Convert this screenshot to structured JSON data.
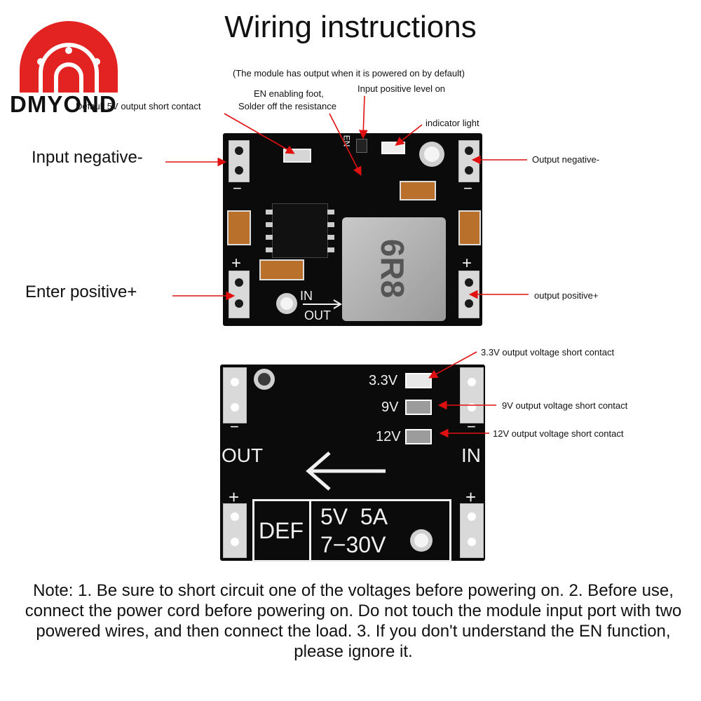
{
  "brand": {
    "logo_text": "DMYOND"
  },
  "title": "Wiring instructions",
  "top_board": {
    "labels": {
      "powered_note": "(The module has output when it is powered on by default)",
      "en_line1": "EN enabling foot,",
      "en_line2": "Solder off the resistance",
      "input_positive_level": "Input positive level on",
      "default_5v": "Default 5V output short contact",
      "indicator": "indicator light",
      "input_negative": "Input negative-",
      "output_negative": "Output negative-",
      "enter_positive": "Enter positive+",
      "output_positive": "output positive+"
    },
    "silk": {
      "en": "EN",
      "minus": "−",
      "plus": "+",
      "in": "IN",
      "out": "OUT",
      "inductor": "6R8"
    }
  },
  "bottom_board": {
    "labels": {
      "v33": "3.3V output voltage short contact",
      "v9": "9V output voltage short contact",
      "v12": "12V output voltage short contact"
    },
    "silk": {
      "v33": "3.3V",
      "v9": "9V",
      "v12": "12V",
      "out": "OUT",
      "in": "IN",
      "minus": "−",
      "plus": "+",
      "def": "DEF",
      "rating1": "5V  5A",
      "rating2": "7−30V"
    }
  },
  "note": "Note: 1. Be sure to short circuit one of the voltages before powering on. 2. Before use, connect the power cord before powering on. Do not touch the module input port with two powered wires, and then connect the load. 3. If you don't understand the EN function, please ignore it.",
  "colors": {
    "arrow": "#e01010",
    "logo": "#e32222",
    "board": "#0b0b0b"
  }
}
